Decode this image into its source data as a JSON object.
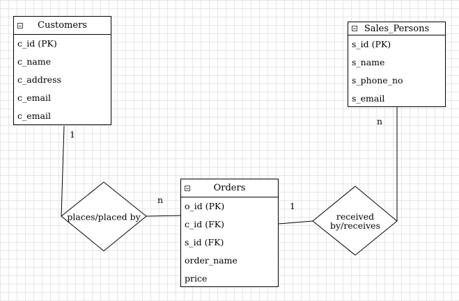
{
  "entities": {
    "customers": {
      "title": "Customers",
      "attributes": [
        "c_id (PK)",
        "c_name",
        "c_address",
        "c_email",
        "c_email"
      ]
    },
    "sales_persons": {
      "title": "Sales_Persons",
      "attributes": [
        "s_id (PK)",
        "s_name",
        "s_phone_no",
        "s_email"
      ]
    },
    "orders": {
      "title": "Orders",
      "attributes": [
        "o_id (PK)",
        "c_id (FK)",
        "s_id (FK)",
        "order_name",
        "price"
      ]
    }
  },
  "relationships": {
    "places": {
      "label": "places/placed by"
    },
    "receives": {
      "line1": "received",
      "line2": "by/receives"
    }
  },
  "cardinalities": {
    "customers_side": "1",
    "orders_places_side": "n",
    "orders_receives_side": "1",
    "sales_side": "n"
  }
}
